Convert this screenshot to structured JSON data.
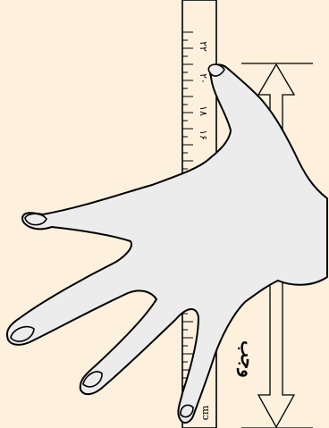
{
  "colors": {
    "background": "#fdf0dd",
    "hand_fill": "#ececec",
    "outline": "#000000"
  },
  "ruler": {
    "unit_label": "cm",
    "labels": [
      "۲۲",
      "۲۰",
      "۱۸",
      "۱۶"
    ]
  },
  "span_label": "وجب"
}
